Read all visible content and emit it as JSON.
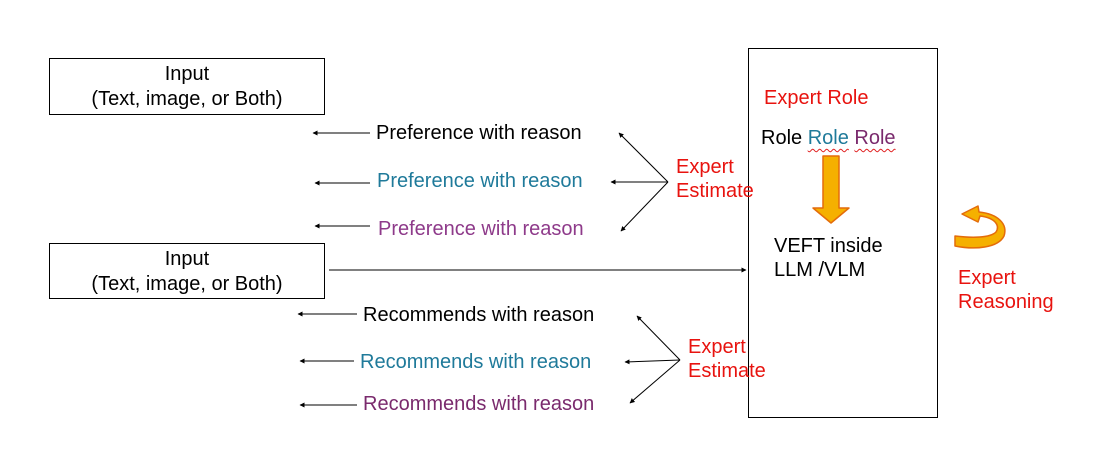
{
  "colors": {
    "line": "#000000",
    "expert_red": "#e8130f",
    "teal": "#1f7a9a",
    "purple": "#8e3a8a",
    "plum": "#7a2a6d",
    "arrow_fill": "#f5b000",
    "arrow_edge": "#e46c0a"
  },
  "input_top": {
    "line1": "Input",
    "line2": "(Text, image, or Both)"
  },
  "input_bottom": {
    "line1": "Input",
    "line2": "(Text, image, or Both)"
  },
  "preference_items": [
    "Preference with reason",
    "Preference with reason",
    "Preference with reason"
  ],
  "recommend_items": [
    "Recommends with reason",
    "Recommends with reason",
    "Recommends with reason"
  ],
  "expert_estimate_top": {
    "line1": "Expert",
    "line2": "Estimate"
  },
  "expert_estimate_bottom": {
    "line1": "Expert",
    "line2": "Estimate"
  },
  "model_box": {
    "expert_role": "Expert Role",
    "roles": [
      "Role",
      "Role",
      "Role"
    ],
    "model_line1": "VEFT inside",
    "model_line2": "LLM /VLM"
  },
  "expert_reasoning": {
    "line1": "Expert",
    "line2": "Reasoning"
  },
  "icons": {
    "down_arrow": "down-block-arrow-icon",
    "curved_arrow": "curved-loop-arrow-icon"
  }
}
